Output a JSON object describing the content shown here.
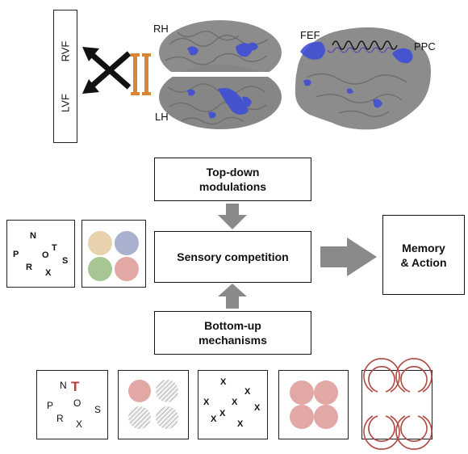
{
  "visual_field": {
    "upper": "RVF",
    "lower": "LVF"
  },
  "hemispheres": {
    "right": "RH",
    "left": "LH"
  },
  "cortex": {
    "frontal": "FEF",
    "parietal": "PPC"
  },
  "flow": {
    "top": [
      "Top-down",
      "modulations"
    ],
    "center": "Sensory competition",
    "bottom": [
      "Bottom-up",
      "mechanisms"
    ],
    "output": [
      "Memory",
      "& Action"
    ]
  },
  "left_letters": [
    "N",
    "P",
    "O",
    "T",
    "S",
    "R",
    "X"
  ],
  "bottom_letters": [
    "N",
    "T",
    "P",
    "O",
    "S",
    "R",
    "X"
  ],
  "x_glyph": "X",
  "colors": {
    "circle_tan": "#e8d1ad",
    "circle_blue": "#aab1cf",
    "circle_green": "#a8c594",
    "circle_pink": "#e1a8a5",
    "salient_red": "#b5403a",
    "arrow_gray": "#8a8a8a",
    "brain_gray": "#8c8c8c",
    "activation_blue": "#3f4fd6",
    "connector_orange": "#d8863a"
  }
}
